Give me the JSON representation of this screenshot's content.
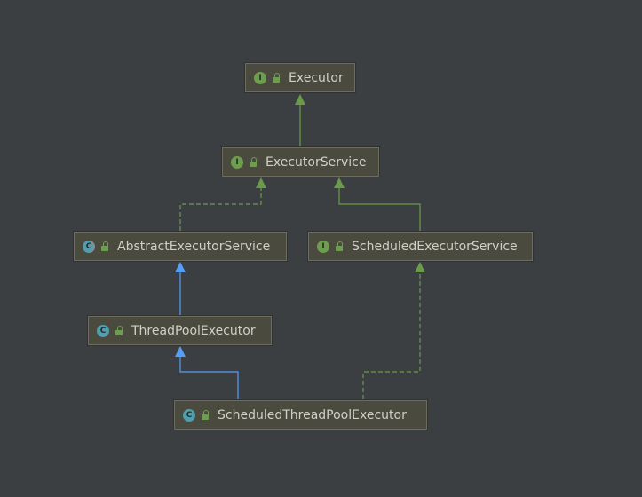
{
  "colors": {
    "background": "#3c3f41",
    "node_fill": "#4b4a3f",
    "node_border": "#6e6c5c",
    "interface_badge": "#6d9e4f",
    "class_badge": "#4f9fb0",
    "implements_edge": "#6a9a4a",
    "extends_edge": "#589df6",
    "text": "#d0d0c8"
  },
  "nodes": {
    "executor": {
      "name": "Executor",
      "badge": "I",
      "kind": "interface",
      "icon": "interface-icon"
    },
    "executor_service": {
      "name": "ExecutorService",
      "badge": "I",
      "kind": "interface",
      "icon": "interface-icon"
    },
    "abstract_executor_service": {
      "name": "AbstractExecutorService",
      "badge": "C",
      "kind": "abstract-class",
      "icon": "abstract-class-icon"
    },
    "scheduled_executor_service": {
      "name": "ScheduledExecutorService",
      "badge": "I",
      "kind": "interface",
      "icon": "interface-icon"
    },
    "thread_pool_executor": {
      "name": "ThreadPoolExecutor",
      "badge": "C",
      "kind": "class",
      "icon": "class-icon"
    },
    "scheduled_thread_pool_executor": {
      "name": "ScheduledThreadPoolExecutor",
      "badge": "C",
      "kind": "class",
      "icon": "class-icon"
    }
  },
  "edges": [
    {
      "from": "ExecutorService",
      "to": "Executor",
      "style": "solid",
      "kind": "interface-extends"
    },
    {
      "from": "AbstractExecutorService",
      "to": "ExecutorService",
      "style": "dashed",
      "kind": "implements"
    },
    {
      "from": "ScheduledExecutorService",
      "to": "ExecutorService",
      "style": "solid",
      "kind": "interface-extends"
    },
    {
      "from": "ThreadPoolExecutor",
      "to": "AbstractExecutorService",
      "style": "solid",
      "kind": "class-extends"
    },
    {
      "from": "ScheduledThreadPoolExecutor",
      "to": "ThreadPoolExecutor",
      "style": "solid",
      "kind": "class-extends"
    },
    {
      "from": "ScheduledThreadPoolExecutor",
      "to": "ScheduledExecutorService",
      "style": "dashed",
      "kind": "implements"
    }
  ]
}
